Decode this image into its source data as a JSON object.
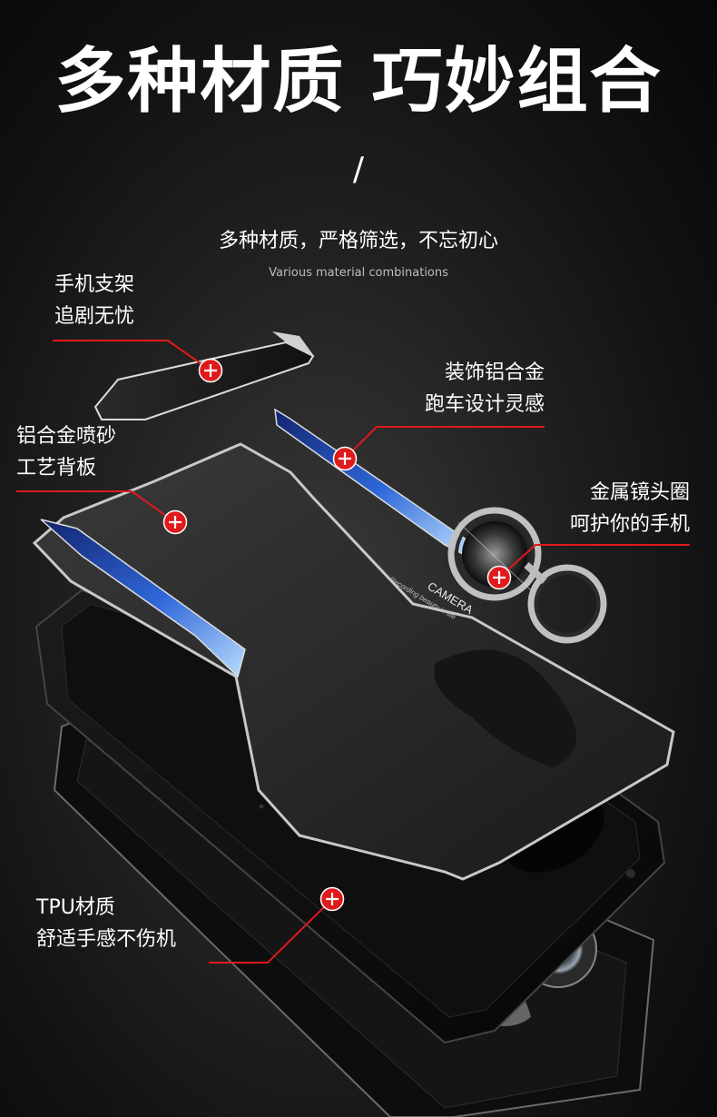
{
  "header": {
    "title": "多种材质 巧妙组合",
    "divider": "/",
    "subtitle": "多种材质，严格筛选，不忘初心",
    "subtitle_en": "Various material combinations"
  },
  "product": {
    "camera_text": "CAMERA",
    "camera_subtext": "Recording beauty in life"
  },
  "callouts": [
    {
      "line1": "手机支架",
      "line2": "追剧无忧"
    },
    {
      "line1": "装饰铝合金",
      "line2": "跑车设计灵感"
    },
    {
      "line1": "铝合金喷砂",
      "line2": "工艺背板"
    },
    {
      "line1": "金属镜头圈",
      "line2": "呵护你的手机"
    },
    {
      "line1": "TPU材质",
      "line2": "舒适手感不伤机"
    }
  ],
  "colors": {
    "accent_red": "#e0191c",
    "blue_strip": "#2f67d8"
  }
}
